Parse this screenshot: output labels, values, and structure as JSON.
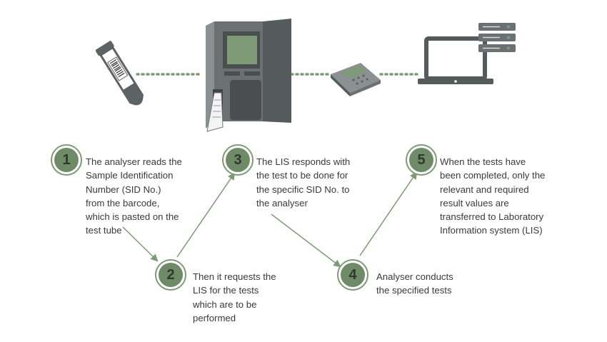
{
  "colors": {
    "accent": "#6e8a67",
    "accent_light": "#7e9a77",
    "connector": "#7e9a77",
    "device_dark": "#555a5c",
    "device_mid": "#6b7072",
    "text": "#3a3a3a"
  },
  "icons": [
    "test-tube-icon",
    "analyser-icon",
    "interface-box-icon",
    "laptop-icon",
    "server-icon"
  ],
  "steps": [
    {
      "number": "1",
      "lines": [
        "The analyser reads the",
        "Sample Identification",
        "Number (SID No.)",
        "from the barcode,",
        "which is pasted on the",
        "test tube"
      ]
    },
    {
      "number": "2",
      "lines": [
        "Then it requests the",
        "LIS for the tests",
        "which are to be",
        "performed"
      ]
    },
    {
      "number": "3",
      "lines": [
        "The LIS responds with",
        "the test to be done for",
        "the specific SID No. to",
        "the analyser"
      ]
    },
    {
      "number": "4",
      "lines": [
        "Analyser conducts",
        "the specified tests"
      ]
    },
    {
      "number": "5",
      "lines": [
        "When the tests have",
        "been completed, only the",
        "relevant and required",
        "result values are",
        "transferred to Laboratory",
        "Information system (LIS)"
      ]
    }
  ]
}
